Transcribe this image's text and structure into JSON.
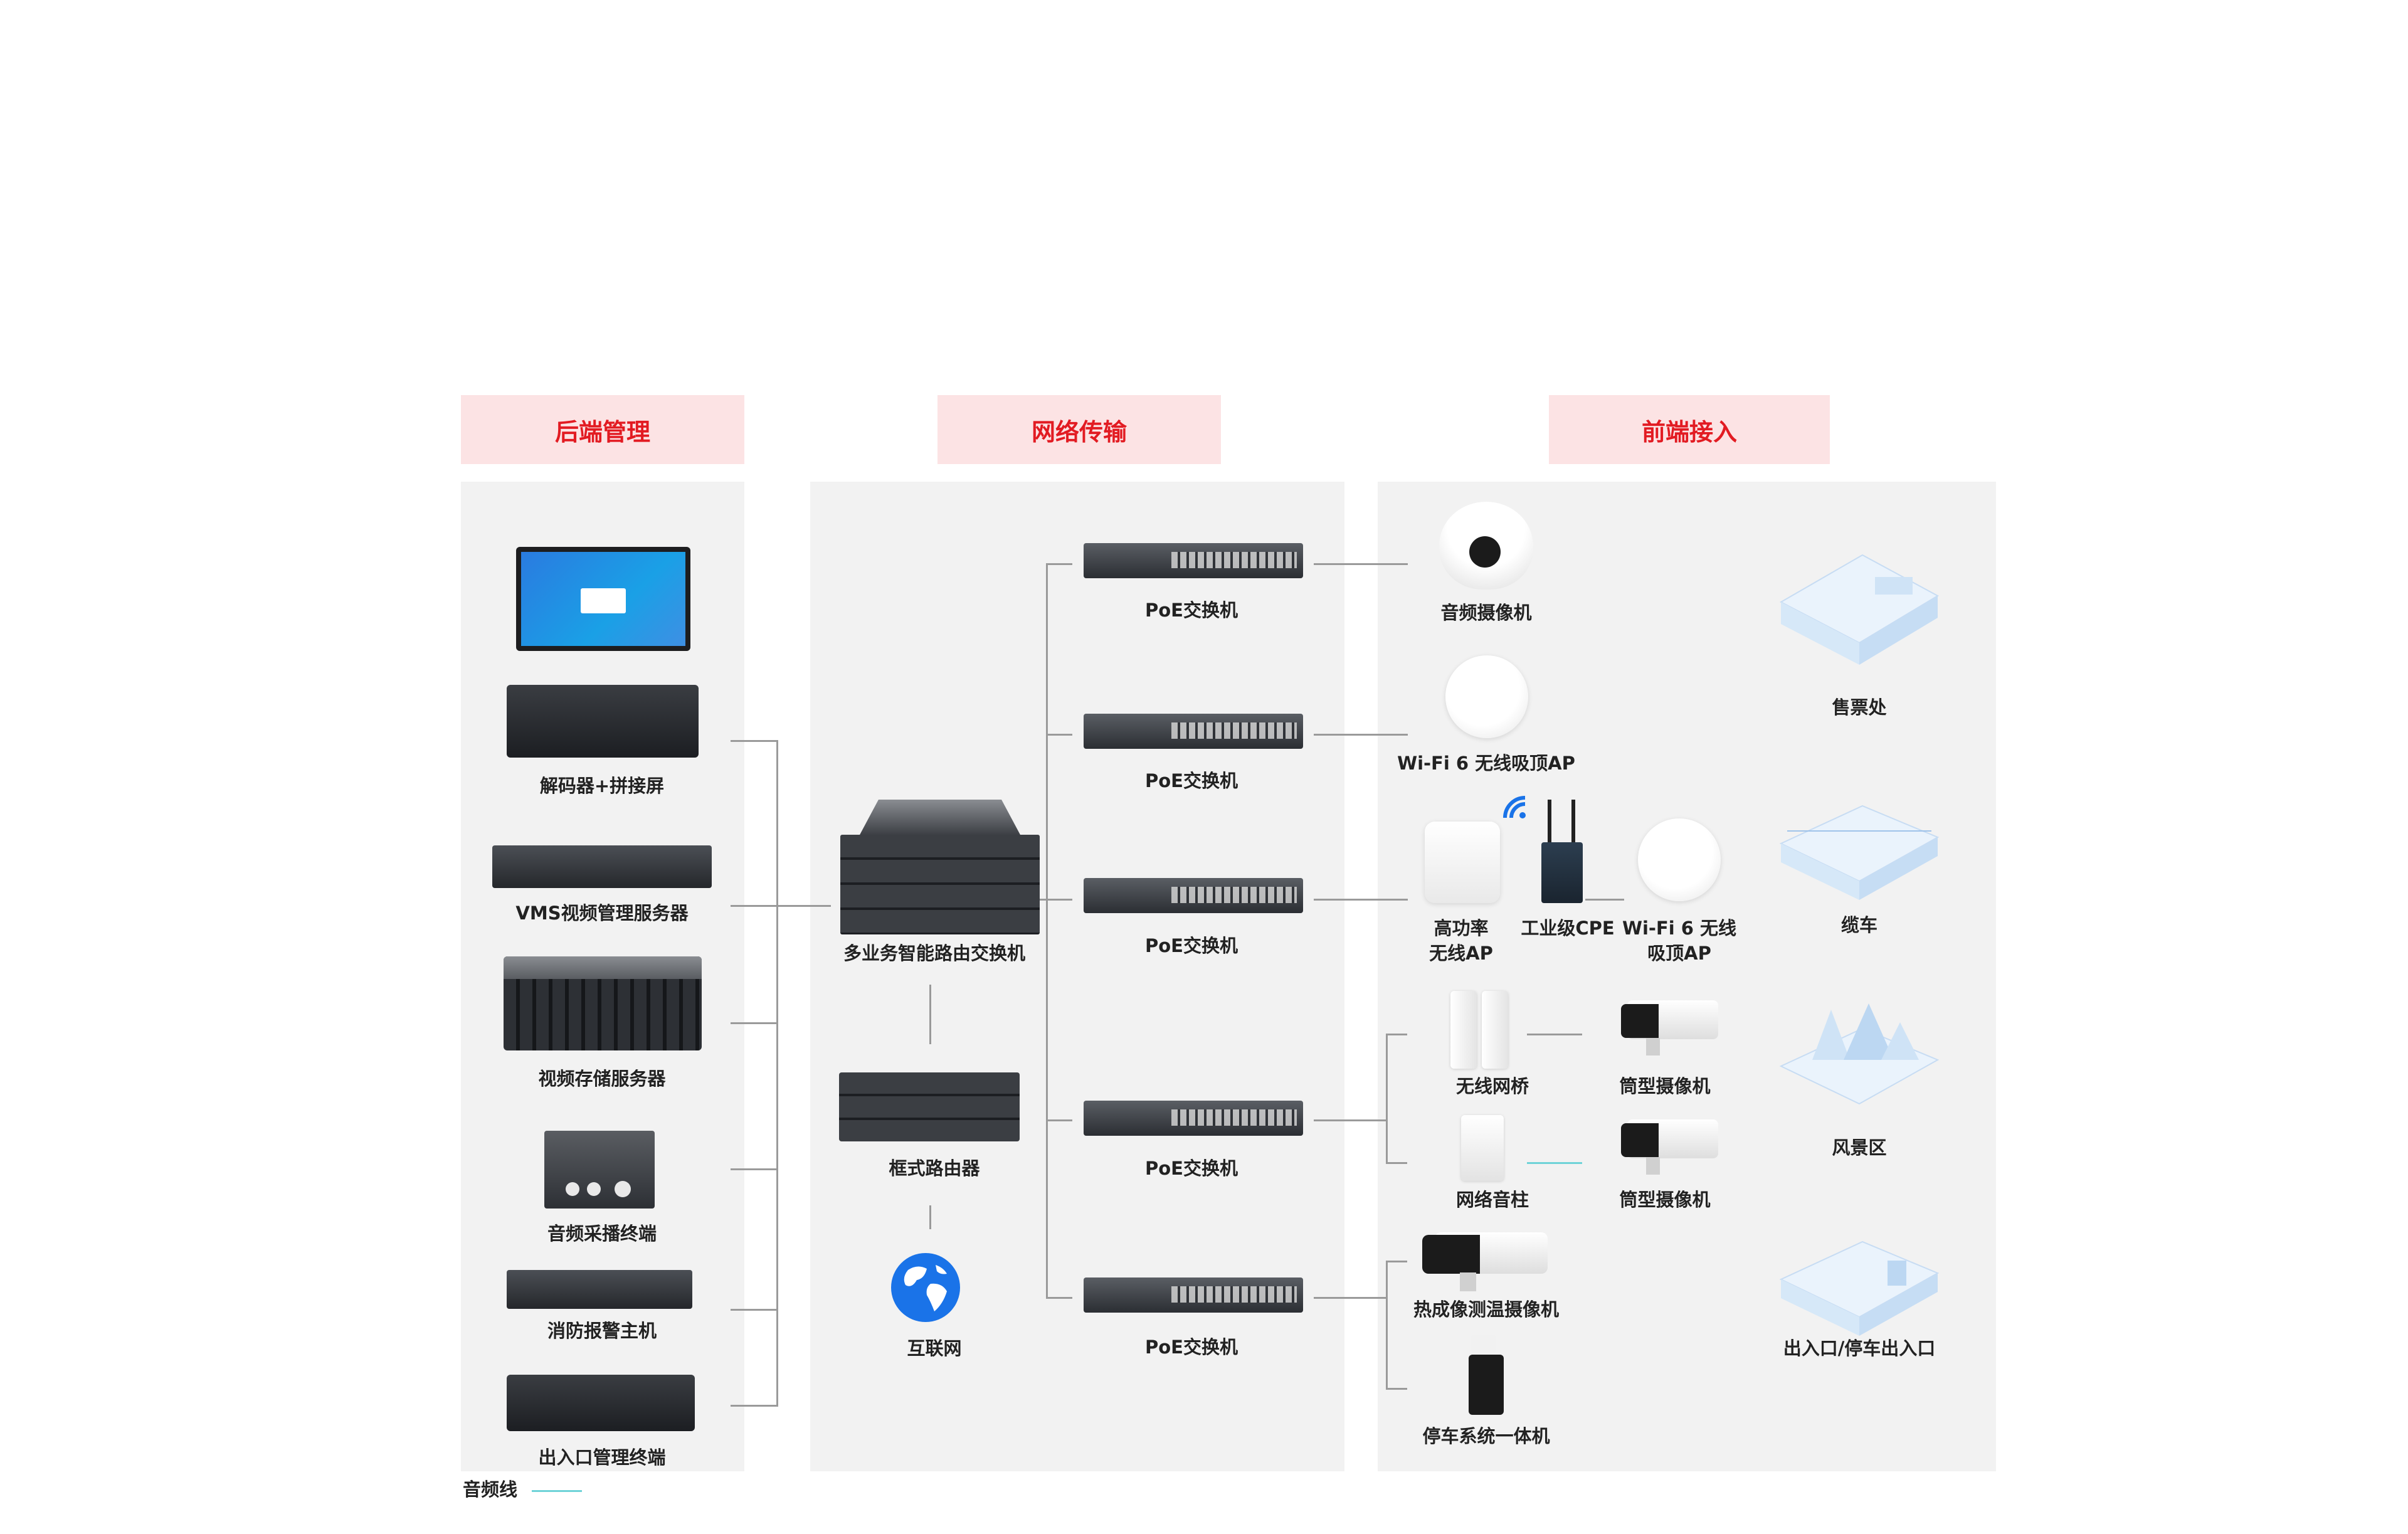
{
  "headers": {
    "backend": "后端管理",
    "network": "网络传输",
    "frontend": "前端接入"
  },
  "backend_devices": [
    {
      "label": "解码器+拼接屏"
    },
    {
      "label": "VMS视频管理服务器"
    },
    {
      "label": "视频存储服务器"
    },
    {
      "label": "音频采播终端"
    },
    {
      "label": "消防报警主机"
    },
    {
      "label": "出入口管理终端"
    }
  ],
  "network_devices": {
    "core": "多业务智能路由交换机",
    "router": "框式路由器",
    "internet": "互联网",
    "poe": [
      "PoE交换机",
      "PoE交换机",
      "PoE交换机",
      "PoE交换机",
      "PoE交换机"
    ]
  },
  "front_devices": {
    "audio_camera": "音频摄像机",
    "wifi6_ap": "Wi-Fi 6 无线吸顶AP",
    "high_power_ap": [
      "高功率",
      "无线AP"
    ],
    "cpe": "工业级CPE",
    "wifi6_ap2": [
      "Wi-Fi 6 无线",
      "吸顶AP"
    ],
    "bridge": "无线网桥",
    "bullet_cam1": "筒型摄像机",
    "speaker": "网络音柱",
    "bullet_cam2": "筒型摄像机",
    "thermal_cam": "热成像测温摄像机",
    "parking": "停车系统一体机"
  },
  "scenes": [
    "售票处",
    "缆车",
    "风景区",
    "出入口/停车出入口"
  ],
  "legend": {
    "label": "音频线",
    "color": "#6fd3d8"
  },
  "colors": {
    "accent_red": "#e21b22",
    "header_bg": "#fce3e4",
    "panel_bg": "#f2f2f2",
    "globe_blue": "#1a73e8"
  }
}
